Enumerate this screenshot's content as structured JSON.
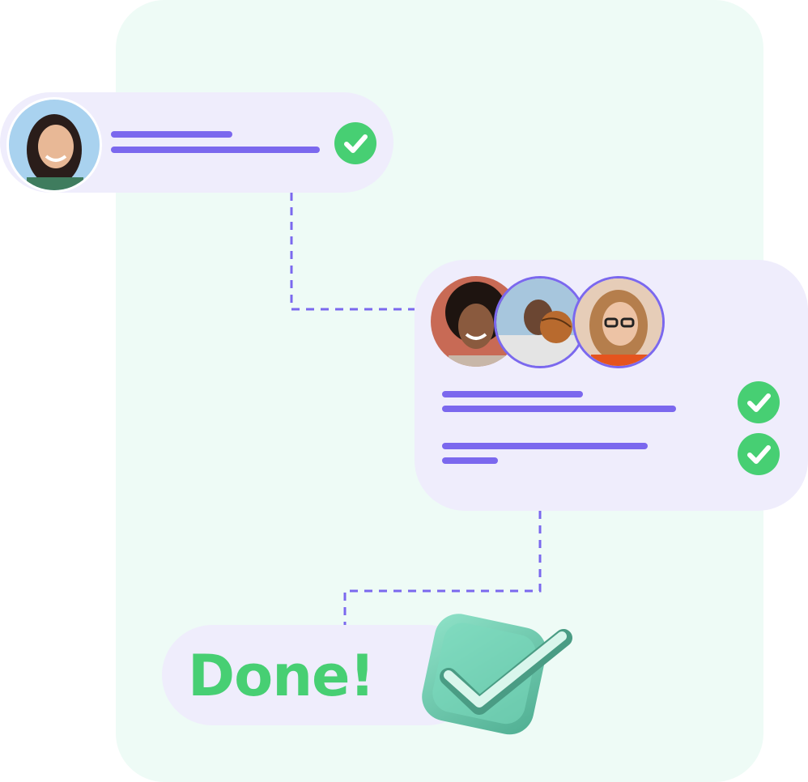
{
  "colors": {
    "background_panel": "#eefbf6",
    "card": "#efedfc",
    "accent_purple": "#7b68ee",
    "success_green": "#47cf73",
    "big_check_teal": "#6fd0b3"
  },
  "steps": [
    {
      "avatars": [
        "avatar-woman-smiling"
      ],
      "status_icon": "check-circle-icon"
    },
    {
      "avatars": [
        "avatar-woman-curly-hair",
        "avatar-man-basketball",
        "avatar-woman-glasses"
      ],
      "status_icons": [
        "check-circle-icon",
        "check-circle-icon"
      ]
    }
  ],
  "done": {
    "label": "Done!",
    "icon": "checkbox-3d-icon"
  }
}
